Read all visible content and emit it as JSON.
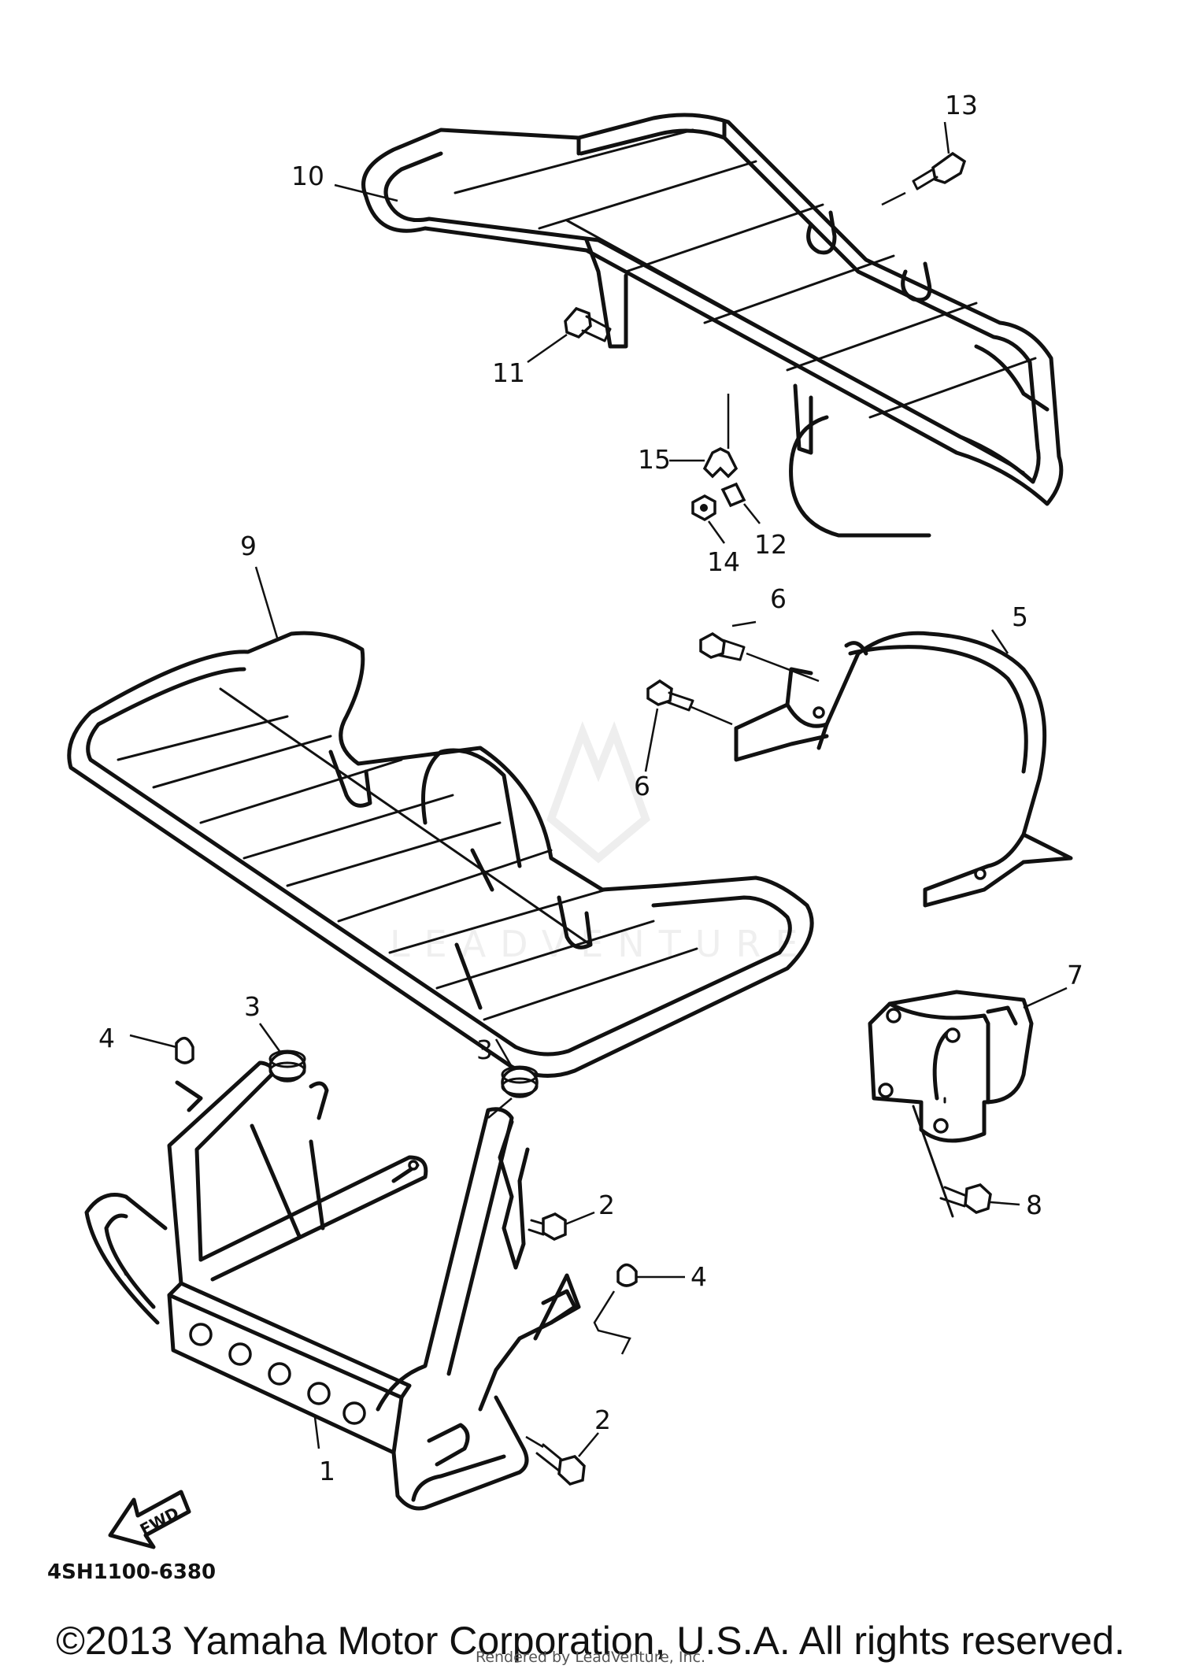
{
  "diagram_code": "4SH1100-6380",
  "forward_arrow_label": "FWD",
  "watermark_text": "LEADVENTURE",
  "callouts": {
    "c1": "1",
    "c2a": "2",
    "c2b": "2",
    "c3a": "3",
    "c3b": "3",
    "c4a": "4",
    "c4b": "4",
    "c5": "5",
    "c6a": "6",
    "c6b": "6",
    "c7": "7",
    "c8": "8",
    "c9": "9",
    "c10": "10",
    "c11": "11",
    "c12": "12",
    "c13": "13",
    "c14": "14",
    "c15": "15"
  },
  "copyright": "©2013 Yamaha Motor Corporation, U.S.A. All rights reserved.",
  "rendered_by": "Rendered by LeadVenture, Inc."
}
